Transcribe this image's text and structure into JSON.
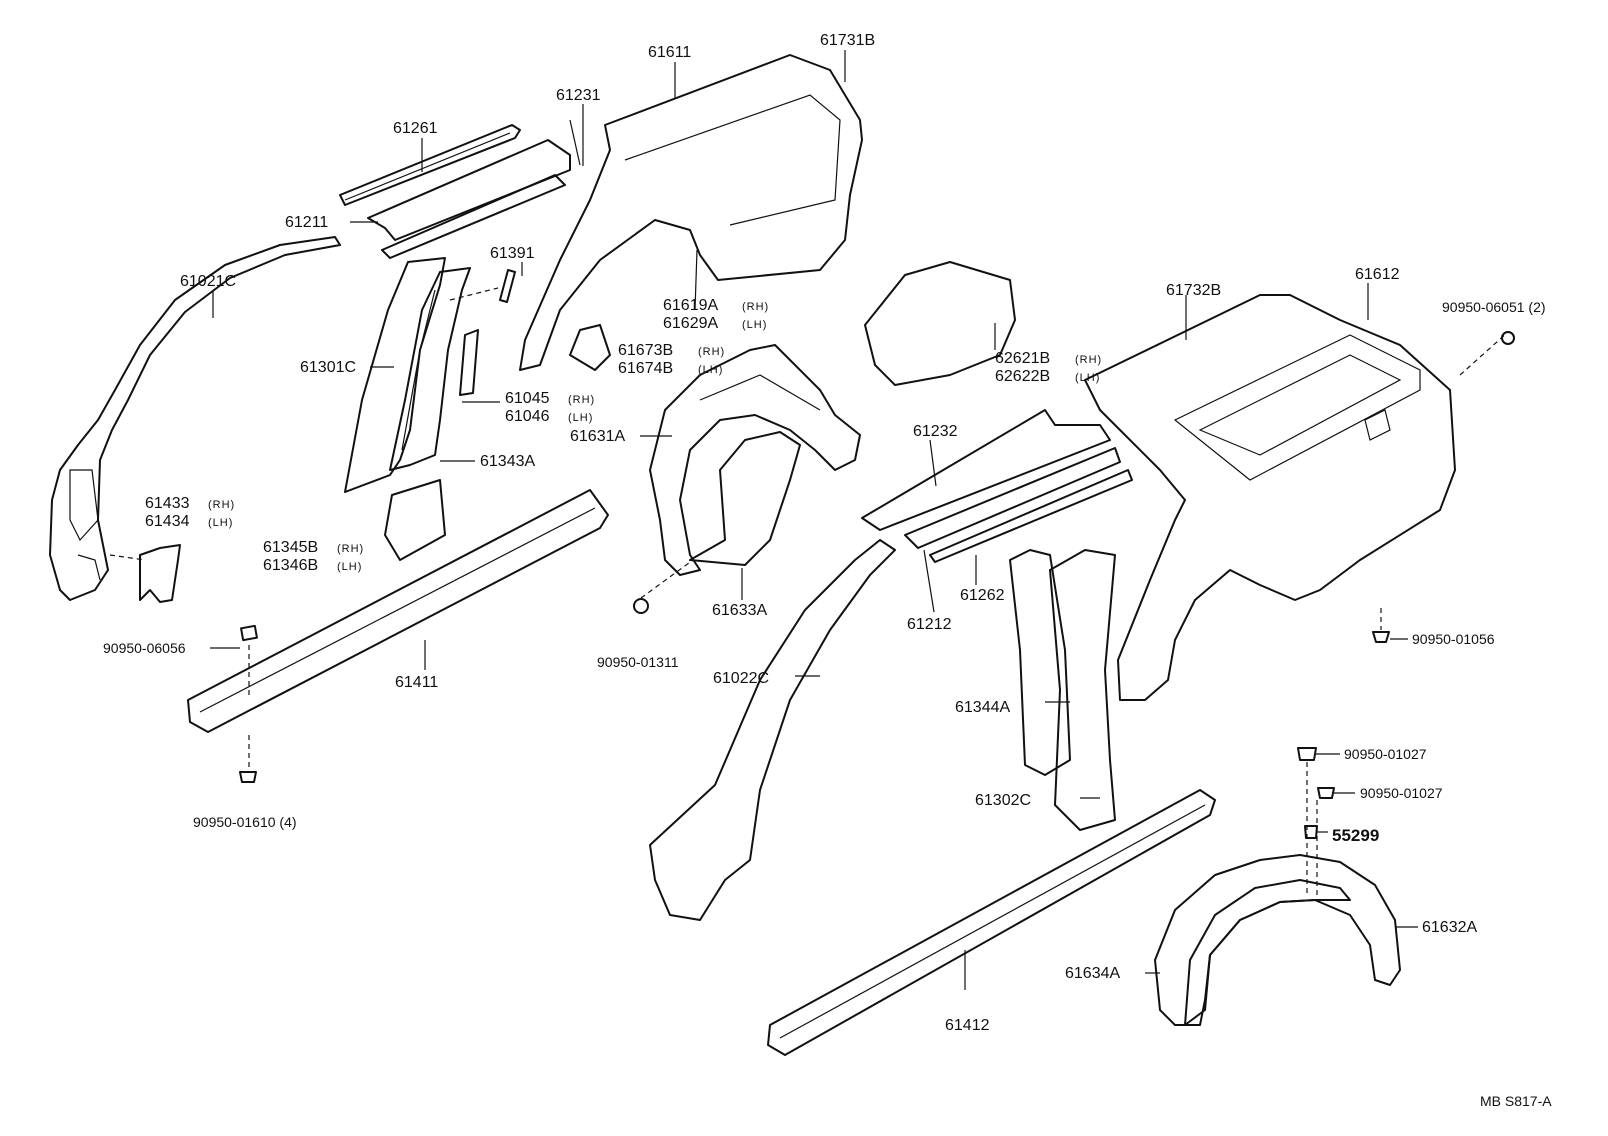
{
  "diagram": {
    "labels": {
      "p61611": "61611",
      "p61731B": "61731B",
      "p61231": "61231",
      "p61261": "61261",
      "p61211": "61211",
      "p61021C": "61021C",
      "p61391": "61391",
      "p61301C": "61301C",
      "p61619A": "61619A",
      "p61629A": "61629A",
      "p61673B": "61673B",
      "p61674B": "61674B",
      "p61045": "61045",
      "p61046": "61046",
      "p61343A": "61343A",
      "p61433": "61433",
      "p61434": "61434",
      "p61345B": "61345B",
      "p61346B": "61346B",
      "p90950_06056": "90950-06056",
      "p61411": "61411",
      "p90950_01610": "90950-01610 (4)",
      "p61631A": "61631A",
      "p61633A": "61633A",
      "p90950_01311": "90950-01311",
      "p62621B": "62621B",
      "p62622B": "62622B",
      "p61732B": "61732B",
      "p61612": "61612",
      "p90950_06051": "90950-06051 (2)",
      "p61232": "61232",
      "p61262": "61262",
      "p61212": "61212",
      "p61022C": "61022C",
      "p90950_01056": "90950-01056",
      "p61344A": "61344A",
      "p61302C": "61302C",
      "p90950_01027a": "90950-01027",
      "p90950_01027b": "90950-01027",
      "p55299": "55299",
      "p61632A": "61632A",
      "p61634A": "61634A",
      "p61412": "61412",
      "ref_code": "MB  S817-A"
    },
    "side_tags": {
      "rh": "(RH)",
      "lh": "(LH)"
    },
    "icons": [
      "clip-icon",
      "plug-icon",
      "bolt-icon"
    ]
  }
}
